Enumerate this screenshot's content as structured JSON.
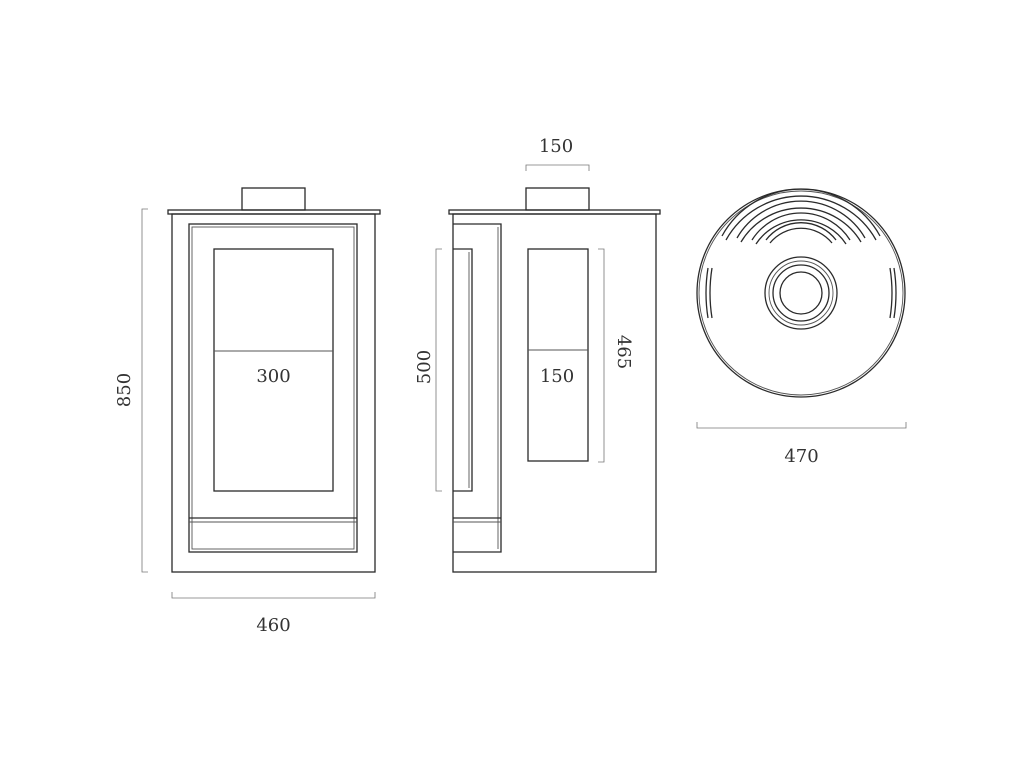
{
  "front_view": {
    "height_label": "850",
    "width_label": "460",
    "glass_width_label": "300"
  },
  "side_view": {
    "flue_label": "150",
    "door_height_label": "500",
    "glass_height_label": "465",
    "glass_width_label": "150"
  },
  "top_view": {
    "diameter_label": "470"
  }
}
